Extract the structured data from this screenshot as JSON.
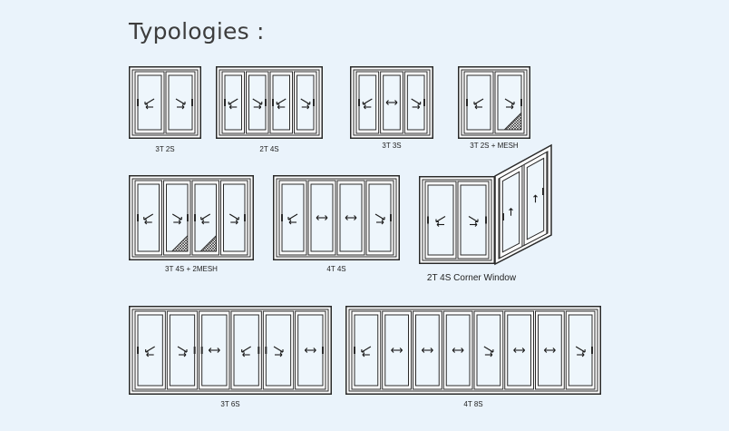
{
  "heading": "Typologies :",
  "typologies": [
    {
      "label": "3T 2S",
      "tracks": 3,
      "sashes": 2,
      "mesh": 0
    },
    {
      "label": "2T 4S",
      "tracks": 2,
      "sashes": 4,
      "mesh": 0
    },
    {
      "label": "3T 3S",
      "tracks": 3,
      "sashes": 3,
      "mesh": 0
    },
    {
      "label": "3T 2S + MESH",
      "tracks": 3,
      "sashes": 2,
      "mesh": 1
    },
    {
      "label": "3T 4S + 2MESH",
      "tracks": 3,
      "sashes": 4,
      "mesh": 2
    },
    {
      "label": "4T 4S",
      "tracks": 4,
      "sashes": 4,
      "mesh": 0
    },
    {
      "label": "2T 4S Corner Window",
      "tracks": 2,
      "sashes": 4,
      "mesh": 0
    },
    {
      "label": "3T 6S",
      "tracks": 3,
      "sashes": 6,
      "mesh": 0
    },
    {
      "label": "4T 8S",
      "tracks": 4,
      "sashes": 8,
      "mesh": 0
    }
  ],
  "colors": {
    "background": "#eaf3fb",
    "frame": "#2a2a2a",
    "glass": "#eef6fc",
    "text": "#222222"
  }
}
